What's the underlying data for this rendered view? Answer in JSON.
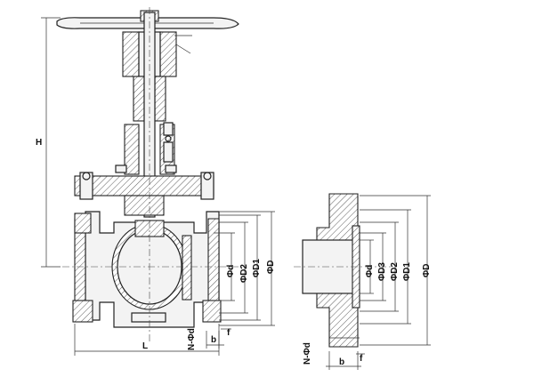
{
  "left_view": {
    "height_label": "H",
    "length_label": "L",
    "dims": [
      "Φd",
      "ΦD2",
      "ΦD1",
      "ΦD"
    ],
    "bolt_label": "N-Φd",
    "b_label": "b",
    "f_label": "f"
  },
  "right_view": {
    "dims": [
      "Φd",
      "ΦD3",
      "ΦD2",
      "ΦD1",
      "ΦD"
    ],
    "bolt_label": "N-Φd",
    "b_label": "b",
    "f_label": "f"
  }
}
